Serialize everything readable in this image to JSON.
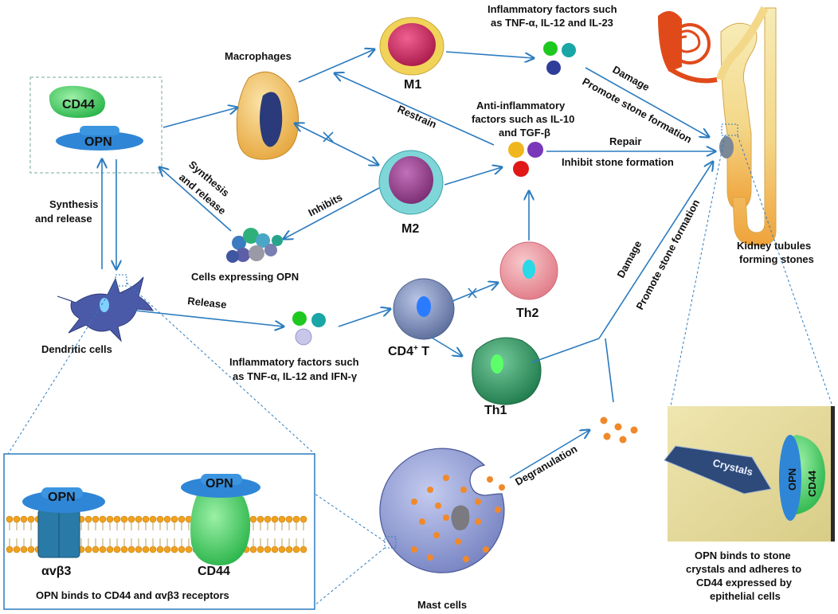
{
  "labels": {
    "macrophages": "Macrophages",
    "m1": "M1",
    "m2": "M2",
    "cd44": "CD44",
    "opn": "OPN",
    "synthesis_left": "Synthesis",
    "and_release_left": "and release",
    "synthesis_diag": "Synthesis",
    "and_release_diag": "and release",
    "inhibits": "Inhibits",
    "cells_expressing_opn": "Cells expressing OPN",
    "dendritic_cells": "Dendritic cells",
    "release": "Release",
    "inflam_bottom_1": "Inflammatory factors such",
    "inflam_bottom_2": "as TNF-α, IL-12 and IFN-γ",
    "cd4t": "CD4",
    "cd4t_sup": "+",
    "cd4t_t": " T",
    "th1": "Th1",
    "th2": "Th2",
    "inflam_top_1": "Inflammatory factors such",
    "inflam_top_2": "as TNF-α, IL-12 and IL-23",
    "damage_top": "Damage",
    "promote_top": "Promote stone formation",
    "restrain": "Restrain",
    "anti_1": "Anti-inflammatory",
    "anti_2": "factors such as IL-10",
    "anti_3": "and TGF-β",
    "repair": "Repair",
    "inhibit_stone": "Inhibit stone formation",
    "damage_mid": "Damage",
    "promote_mid": "Promote stone formation",
    "kidney_1": "Kidney tubules",
    "kidney_2": "forming stones",
    "degranulation": "Degranulation",
    "mast_cells": "Mast cells",
    "avb3": "αvβ3",
    "cd44_receptor": "CD44",
    "opn_receptor_a": "OPN",
    "opn_receptor_b": "OPN",
    "bottom_caption": "OPN binds to CD44 and αvβ3 receptors",
    "crystals": "Crystals",
    "opn_crystal": "OPN",
    "cd44_crystal": "CD44",
    "right_caption_1": "OPN binds to stone",
    "right_caption_2": "crystals and adheres to",
    "right_caption_3": "CD44 expressed by",
    "right_caption_4": "epithelial cells"
  },
  "colors": {
    "arrow": "#2b7bbf",
    "opn_blue": "#2f86d6",
    "cd44_green": "#3ccf5a",
    "m1_fill": "#c8285a",
    "m1_ring": "#f2d35a",
    "m2_fill": "#9c3f8f",
    "m2_ring": "#7fd6d9",
    "macrophage_fill": "#f6c870",
    "macrophage_nucleus": "#2a3a7a",
    "th1_fill": "#2f9a66",
    "th2_fill": "#f0a0a8",
    "cd4_fill": "#7f8fb8",
    "mast_fill": "#9aa6d6",
    "granule": "#f0892a",
    "kidney_red": "#e04a1a",
    "kidney_tube": "#f6e6a2"
  }
}
